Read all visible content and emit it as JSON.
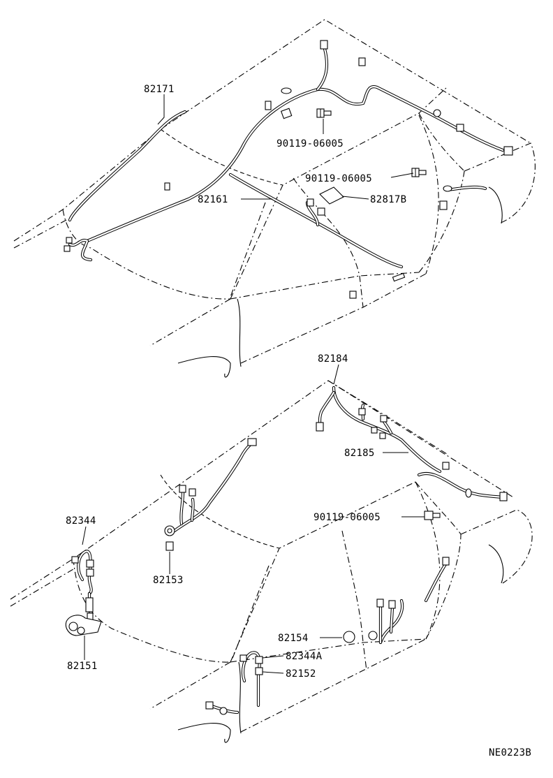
{
  "diagram": {
    "upper_callouts": {
      "roof_harness": "82171",
      "floor_harness": "82161",
      "bolt_upper": "90119-06005",
      "bolt_lower": "90119-06005",
      "clamp": "82817B"
    },
    "lower_callouts": {
      "roof_harness": "82184",
      "harness_rear": "82185",
      "bolt": "90119-06005",
      "wire_front": "82344",
      "harness_front": "82153",
      "bracket": "82151",
      "harness_door": "82154",
      "wire_center": "82344A",
      "harness_center": "82152"
    },
    "drawing_code": "NE0223B"
  }
}
